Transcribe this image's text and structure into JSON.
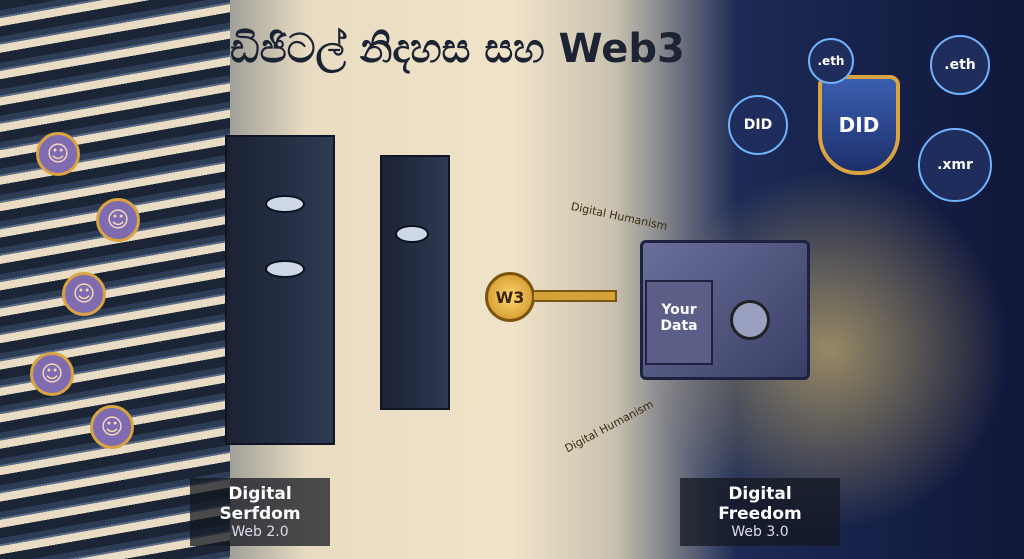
{
  "title": "ඩිජිටල් නිදහස සහ Web3",
  "left": {
    "caption_title": "Digital Serfdom",
    "caption_sub": "Web 2.0"
  },
  "right": {
    "caption_title": "Digital Freedom",
    "caption_sub": "Web 3.0"
  },
  "key_label": "W3",
  "safe_label": "Your Data",
  "streams": [
    "Digital Humanism",
    "Digital Humanism"
  ],
  "badges": {
    "did_bubble": "DID",
    "shield": "DID",
    "eth1": ".eth",
    "eth2": ".eth",
    "xmr": ".xmr"
  },
  "colors": {
    "accent_gold": "#d9a441",
    "dark_blue": "#10173a",
    "parchment": "#efe3c8"
  }
}
